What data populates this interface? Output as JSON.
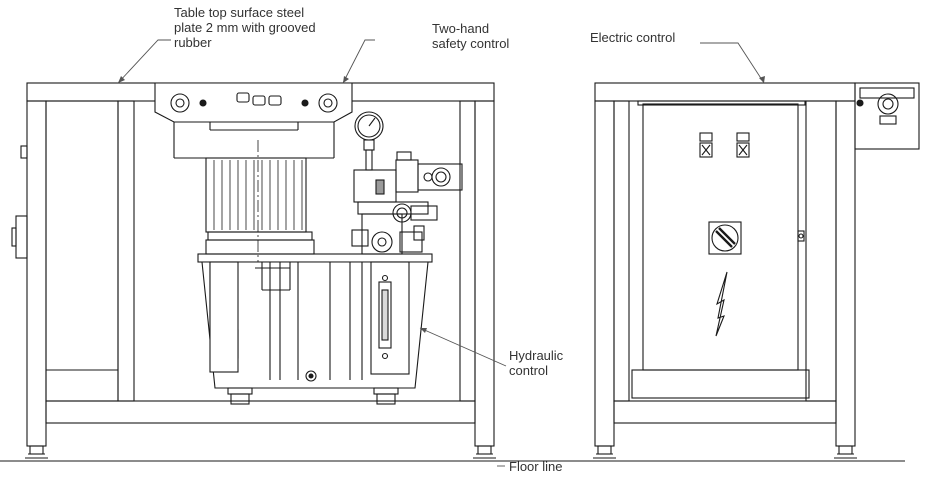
{
  "labels": {
    "table_top": [
      "Table top surface steel",
      "plate 2 mm with grooved",
      "rubber"
    ],
    "two_hand": [
      "Two-hand",
      "safety control"
    ],
    "electric": "Electric control",
    "hydraulic": [
      "Hydraulic",
      "control"
    ],
    "floor": "Floor line"
  },
  "colors": {
    "line": "#1a1a1a",
    "leader": "#555555",
    "shade": "#d9d9d9",
    "dark_fill": "#9a9a9a",
    "text": "#333333"
  },
  "icons": {
    "lightning": "lightning-bolt-icon",
    "pressure_gauge": "pressure-gauge-icon",
    "emergency_stop": "emergency-stop-icon"
  }
}
